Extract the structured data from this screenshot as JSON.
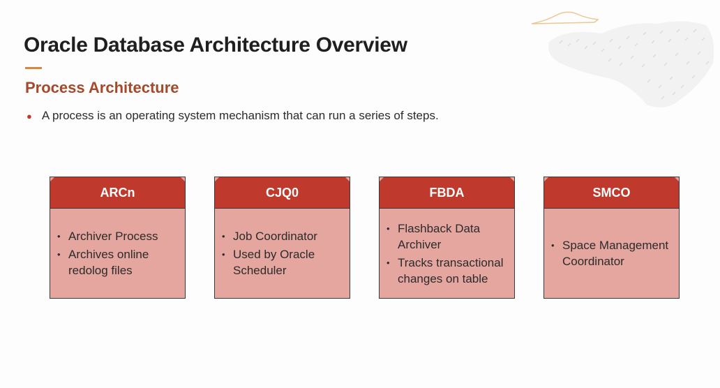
{
  "slide": {
    "title": "Oracle Database Architecture Overview",
    "subtitle": "Process Architecture",
    "bullet": "A process is an operating system mechanism that can run a series of steps."
  },
  "cards": [
    {
      "title": "ARCn",
      "items": [
        "Archiver Process",
        "Archives online redolog files"
      ]
    },
    {
      "title": "CJQ0",
      "items": [
        "Job Coordinator",
        "Used by Oracle Scheduler"
      ]
    },
    {
      "title": "FBDA",
      "items": [
        "Flashback Data Archiver",
        "Tracks transactional changes on table"
      ]
    },
    {
      "title": "SMCO",
      "items": [
        "Space Management Coordinator"
      ]
    }
  ],
  "colors": {
    "card_header": "#bf3a2c",
    "card_body": "#e6a6a0",
    "subtitle": "#a5492a",
    "accent_rule": "#d48a3c",
    "bullet_dot": "#c0392b"
  }
}
